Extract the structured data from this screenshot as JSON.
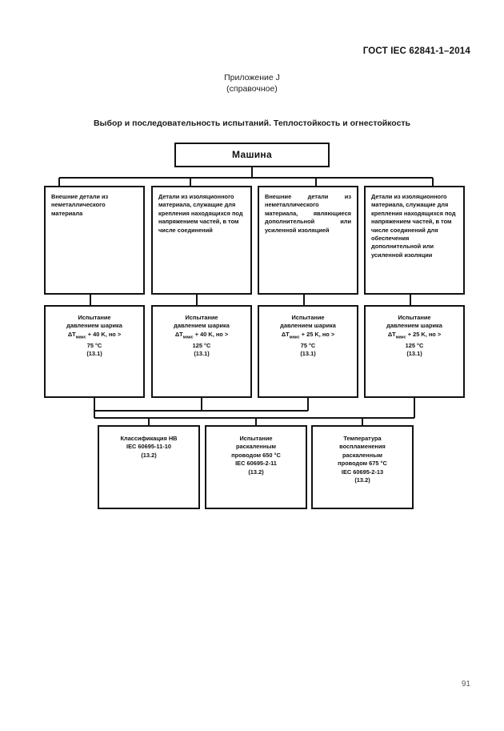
{
  "header": {
    "standard": "ГОСТ IEC 62841-1–2014",
    "page_number": "91"
  },
  "annex": {
    "name": "Приложение J",
    "kind": "(справочное)"
  },
  "diagram": {
    "title": "Выбор и последовательность испытаний. Теплостойкость и огнестойкость",
    "root": {
      "label": "Машина"
    },
    "row1": [
      {
        "text": "Внешние детали из неметаллического материала"
      },
      {
        "text": "Детали из изоляционного материала, служащие для крепления находящихся под напряжением частей, в том числе соединений"
      },
      {
        "text": "Внешние детали из неметаллического материала, являющиеся дополнительной или усиленной изоляцией"
      },
      {
        "text": "Детали из изоляционного материала, служащие для крепления находящихся под напряжением частей, в том числе соединений для обеспечения дополнительной или усиленной изоляции"
      }
    ],
    "row2": [
      {
        "line1": "Испытание",
        "line2": "давлением шарика",
        "symbol": "ΔT",
        "subscript": "макс",
        "formula": "+ 40 K, но >",
        "temperature": "75 °C",
        "clause": "(13.1)"
      },
      {
        "line1": "Испытание",
        "line2": "давлением шарика",
        "symbol": "ΔT",
        "subscript": "макс",
        "formula": "+ 40 K, но >",
        "temperature": "125 °C",
        "clause": "(13.1)"
      },
      {
        "line1": "Испытание",
        "line2": "давлением шарика",
        "symbol": "ΔT",
        "subscript": "макс",
        "formula": "+ 25 K, но >",
        "temperature": "75 °C",
        "clause": "(13.1)"
      },
      {
        "line1": "Испытание",
        "line2": "давлением шарика",
        "symbol": "ΔT",
        "subscript": "макс",
        "formula": "+ 25 K, но >",
        "temperature": "125 °C",
        "clause": "(13.1)"
      }
    ],
    "row3": [
      {
        "line1": "Классификация HB",
        "line2": "IEC 60695-11-10",
        "line3": "(13.2)",
        "line4": "",
        "line5": ""
      },
      {
        "line1": "Испытание",
        "line2": "раскаленным",
        "line3": "проводом 650 °C",
        "line4": "IEC 60695-2-11",
        "line5": "(13.2)"
      },
      {
        "line1": "Температура",
        "line2": "воспламенения",
        "line3": "раскаленным",
        "line4": "проводом 675 °C",
        "line5": "IEC 60695-2-13",
        "line6": "(13.2)"
      }
    ]
  }
}
